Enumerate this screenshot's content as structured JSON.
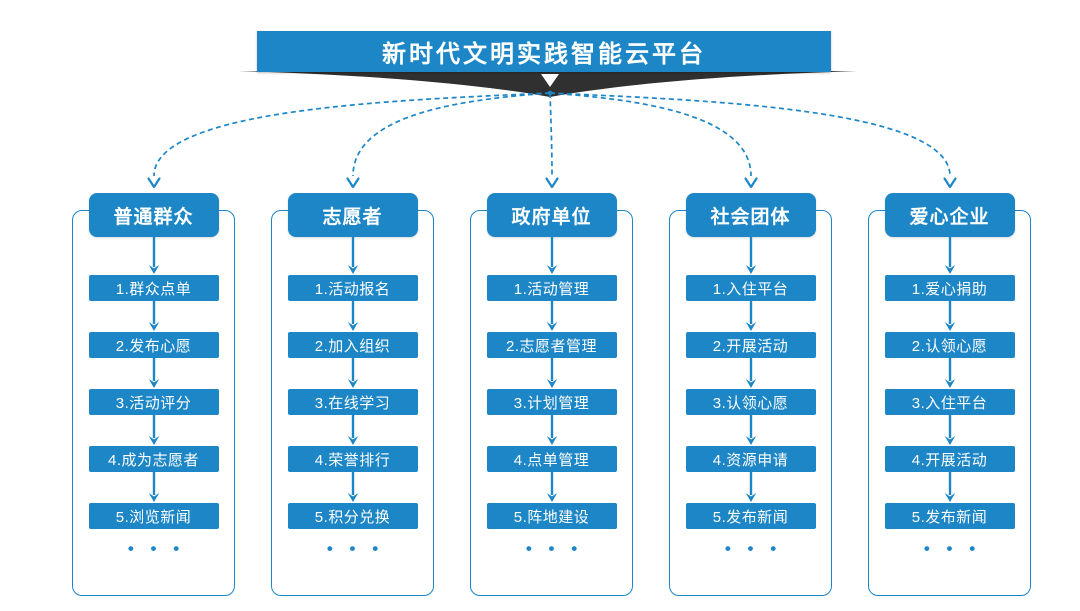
{
  "banner": {
    "title": "新时代文明实践智能云平台"
  },
  "columns": [
    {
      "header": "普通群众",
      "items": [
        "1.群众点单",
        "2.发布心愿",
        "3.活动评分",
        "4.成为志愿者",
        "5.浏览新闻"
      ],
      "more": "• • •"
    },
    {
      "header": "志愿者",
      "items": [
        "1.活动报名",
        "2.加入组织",
        "3.在线学习",
        "4.荣誉排行",
        "5.积分兑换"
      ],
      "more": "• • •"
    },
    {
      "header": "政府单位",
      "items": [
        "1.活动管理",
        "2.志愿者管理",
        "3.计划管理",
        "4.点单管理",
        "5.阵地建设"
      ],
      "more": "• • •"
    },
    {
      "header": "社会团体",
      "items": [
        "1.入住平台",
        "2.开展活动",
        "3.认领心愿",
        "4.资源申请",
        "5.发布新闻"
      ],
      "more": "• • •"
    },
    {
      "header": "爱心企业",
      "items": [
        "1.爱心捐助",
        "2.认领心愿",
        "3.入住平台",
        "4.开展活动",
        "5.发布新闻"
      ],
      "more": "• • •"
    }
  ],
  "colors": {
    "accent": "#1c86c7",
    "swoosh": "#303030"
  }
}
